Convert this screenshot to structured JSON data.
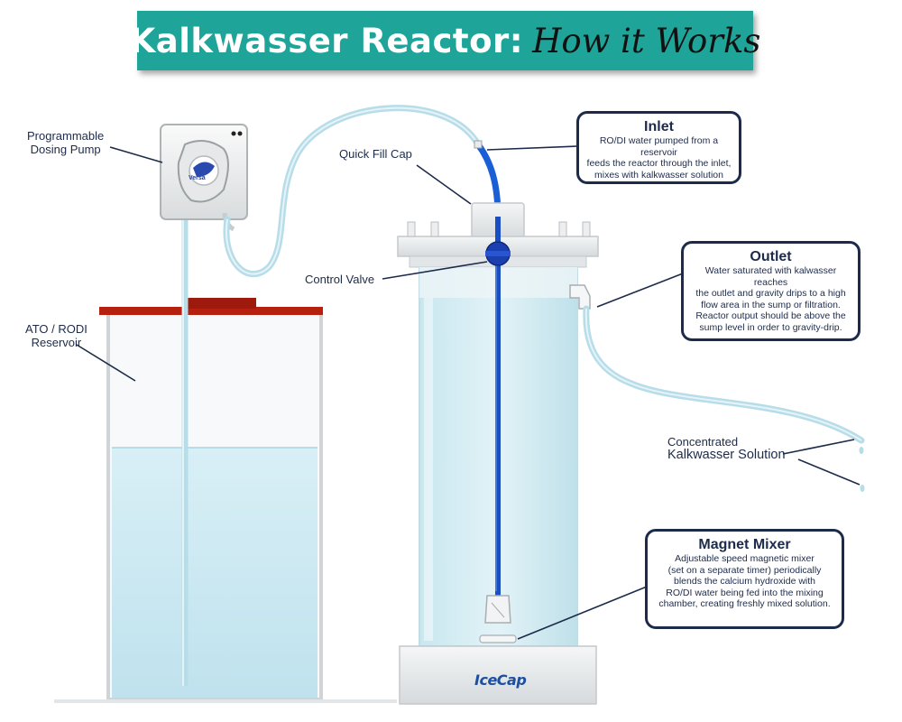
{
  "title": {
    "main": "Kalkwasser Reactor:",
    "sub": "How it Works"
  },
  "labels": {
    "dosing_pump": "Programmable\nDosing Pump",
    "quick_fill_cap": "Quick Fill Cap",
    "control_valve": "Control Valve",
    "reservoir": "ATO / RODI\nReservoir",
    "solution_line1": "Concentrated",
    "solution_line2": "Kalkwasser Solution"
  },
  "callouts": {
    "inlet": {
      "title": "Inlet",
      "body": "RO/DI water pumped from a reservoir\nfeeds the reactor through the inlet,\nmixes with kalkwasser solution"
    },
    "outlet": {
      "title": "Outlet",
      "body": "Water saturated with kalwasser reaches\nthe outlet and gravity drips to a high\nflow area in the sump or filtration.\nReactor output should be above the\nsump level in order to gravity-drip."
    },
    "magnet_mixer": {
      "title": "Magnet Mixer",
      "body": "Adjustable speed magnetic mixer\n(set on a separate timer) periodically\nblends the calcium hydroxide with\nRO/DI water being fed into the mixing\nchamber, creating freshly mixed solution."
    }
  },
  "brands": {
    "pump": "Versa",
    "reactor": "IceCap"
  },
  "colors": {
    "banner": "#1fa49a",
    "callout_border": "#1d2b4a",
    "reservoir_lid": "#b5200f",
    "water": "#cfe9f2",
    "blue_tube": "#1a5fd6"
  }
}
